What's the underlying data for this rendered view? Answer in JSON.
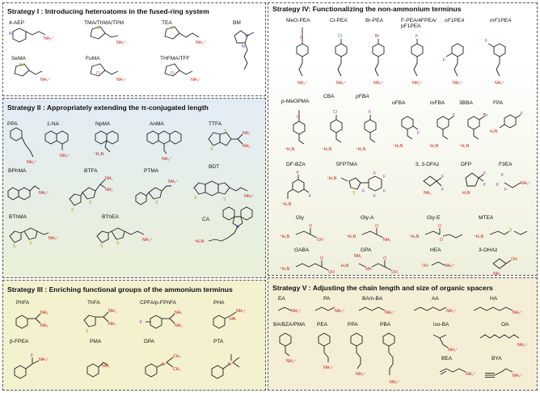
{
  "strategy1": {
    "title": "Strategy I : Introducing heteroatoms in the fused-ring system",
    "labels": [
      "4-AEP",
      "TMA/ThMA/TPM",
      "TEA",
      "BM",
      "SeMA",
      "FuMA",
      "THFMA/TFF"
    ]
  },
  "strategy2": {
    "title": "Strategy II : Appropriately extending the π-conjugated length",
    "labels": [
      "PPA",
      "1-NA",
      "NpMA",
      "AnMA",
      "TTFA",
      "BPhMA",
      "BTFA",
      "PTMA",
      "BDT",
      "BThMA",
      "BThEA",
      "CA"
    ]
  },
  "strategy3": {
    "title": "Strategy III : Enriching functional groups of the ammonium terminus",
    "labels": [
      "PhFA",
      "ThFA",
      "CPFA/p-FPhFA",
      "PHA",
      "β-FPEA",
      "PMA",
      "DPA",
      "PTA"
    ]
  },
  "strategy4": {
    "title": "Strategy IV: Functionalizing the non-ammonium terminus",
    "labels": [
      "MeO-PEA",
      "Cl-PEA",
      "Br-PEA",
      "F-PEA/4FPEA/ pF1PEA",
      "oF1PEA",
      "mF1PEA",
      "p-MeOPMA",
      "CBA",
      "pFBA",
      "oFBA",
      "mFBA",
      "3BBA",
      "FPA",
      "DF-BZA",
      "5FPTMA",
      "3, 3-DFAz",
      "DFP",
      "F3EA",
      "Gly",
      "Gly-A",
      "Gly-E",
      "MTEA",
      "GABA",
      "GPA",
      "HEA",
      "3-OHAz"
    ]
  },
  "strategy5": {
    "title": "Strategy V : Adjusting the chain length and size of organic spacers",
    "labels": [
      "EA",
      "PA",
      "BA/n-BA",
      "AA",
      "HA",
      "BA/BZA/PMA",
      "PEA",
      "PPA",
      "PBA",
      "iso-BA",
      "OA",
      "BEA",
      "BYA"
    ]
  },
  "atoms": {
    "nh3": "NH₃⁺",
    "nh2": "NH₂",
    "h3n": "⁺H₃N",
    "h2n": "H₂N",
    "nh": "NH",
    "n": "N",
    "np": "N⁺",
    "s": "S",
    "se": "Se",
    "o": "O",
    "oh": "OH",
    "f": "F",
    "cl": "Cl",
    "br": "Br",
    "hn": "HN",
    "ch3": "CH₃"
  },
  "colors": {
    "panel1": "#ffffff",
    "panel2_top": "#e3ecf6",
    "panel2_bottom": "#e9f0d8",
    "panel3": "#f4f1cf",
    "panel4_top": "#ffffff",
    "panel4_bottom": "#eef0dc",
    "panel5": "#f5eed6",
    "nitrogen": "#c41414",
    "sulfur": "#b59a00",
    "fluorine": "#9c27b0",
    "chlorine": "#2e8b3a",
    "bromine": "#8b2a1a",
    "oxygen": "#d23a1a"
  }
}
